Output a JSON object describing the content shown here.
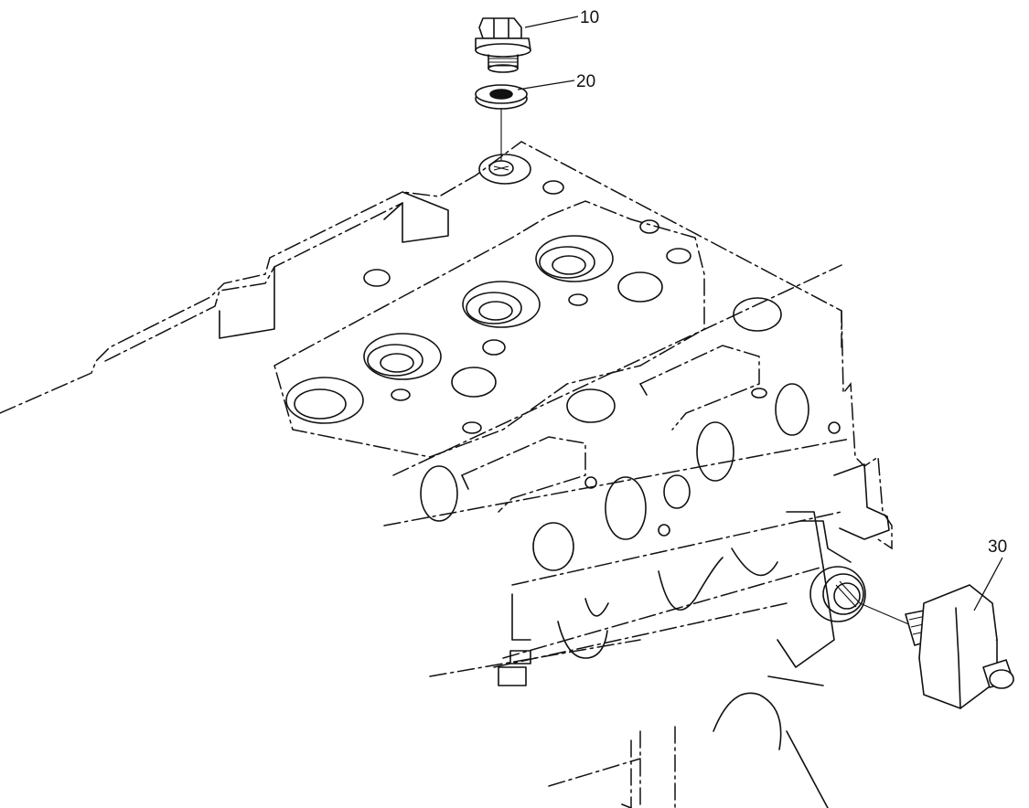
{
  "diagram": {
    "callouts": [
      {
        "id": "10",
        "label": "10"
      },
      {
        "id": "20",
        "label": "20"
      },
      {
        "id": "30",
        "label": "30"
      }
    ],
    "colors": {
      "line": "#111111",
      "background": "#ffffff"
    }
  }
}
